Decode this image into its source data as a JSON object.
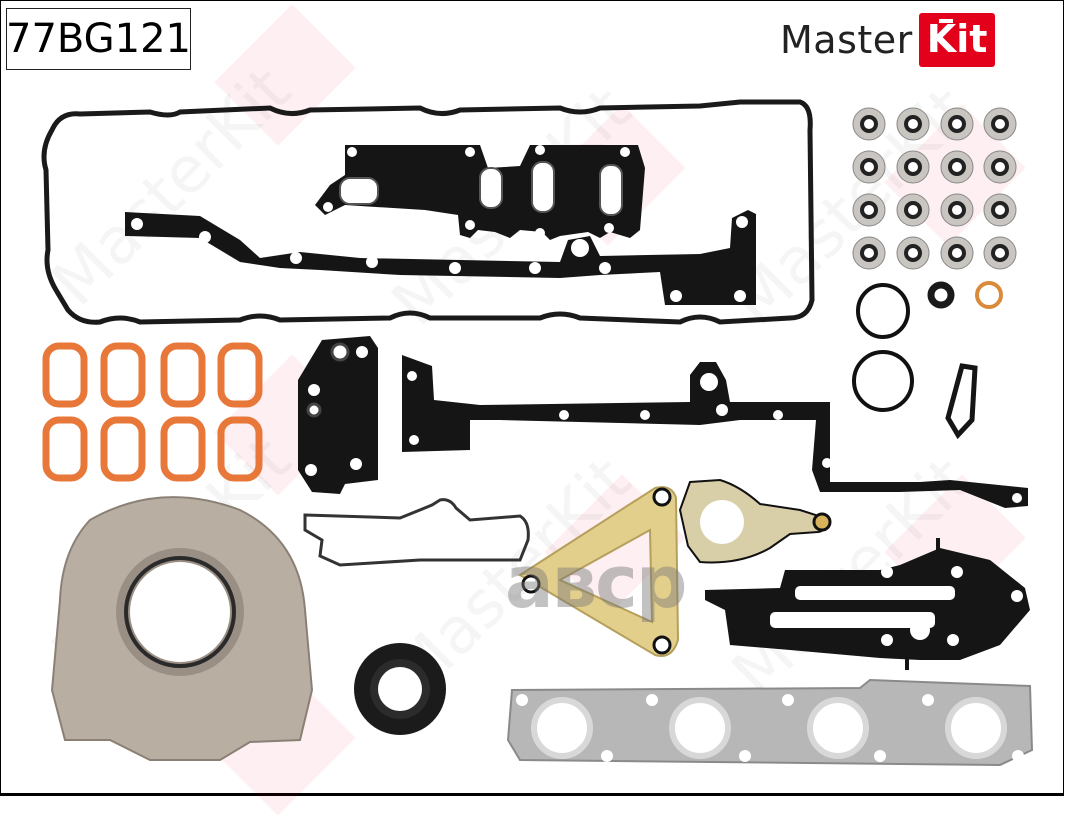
{
  "product": {
    "part_number": "77BG121",
    "brand": {
      "name_part1": "Master",
      "name_part2": "Kit",
      "accent_color": "#e3001b",
      "text_color": "#222222"
    },
    "watermark_text": "MasterKit",
    "seller_mark": "aвср"
  },
  "components": [
    {
      "name": "valve-cover-gasket",
      "color": "#1a1a1a",
      "count": 1
    },
    {
      "name": "intake-manifold-gasket",
      "color": "#111111",
      "count": 1
    },
    {
      "name": "long-cover-gasket-upper",
      "color": "#111111",
      "count": 1
    },
    {
      "name": "valve-stem-seals",
      "color": "#9a9a9a",
      "count": 16
    },
    {
      "name": "o-ring-large",
      "color": "#111111",
      "count": 2
    },
    {
      "name": "o-ring-small",
      "color": "#222222",
      "count": 1
    },
    {
      "name": "copper-washer",
      "color": "#d98a3a",
      "count": 1
    },
    {
      "name": "port-seals-orange",
      "color": "#e8773a",
      "count": 8
    },
    {
      "name": "plate-gasket",
      "color": "#151515",
      "count": 1
    },
    {
      "name": "long-cover-gasket-lower",
      "color": "#111111",
      "count": 1
    },
    {
      "name": "rear-main-seal-carrier",
      "color": "#b8aea2",
      "count": 1
    },
    {
      "name": "rubber-profile-gasket",
      "color": "#333333",
      "count": 1
    },
    {
      "name": "triangle-gasket-yellow",
      "color": "#e3cf8c",
      "count": 1
    },
    {
      "name": "pump-gasket-metal",
      "color": "#d8cfa8",
      "count": 1
    },
    {
      "name": "egr-cooler-gasket",
      "color": "#111111",
      "count": 1
    },
    {
      "name": "front-crank-seal",
      "color": "#1b1b1b",
      "count": 1
    },
    {
      "name": "exhaust-manifold-gasket",
      "color": "#b7b7b7",
      "count": 1
    }
  ]
}
